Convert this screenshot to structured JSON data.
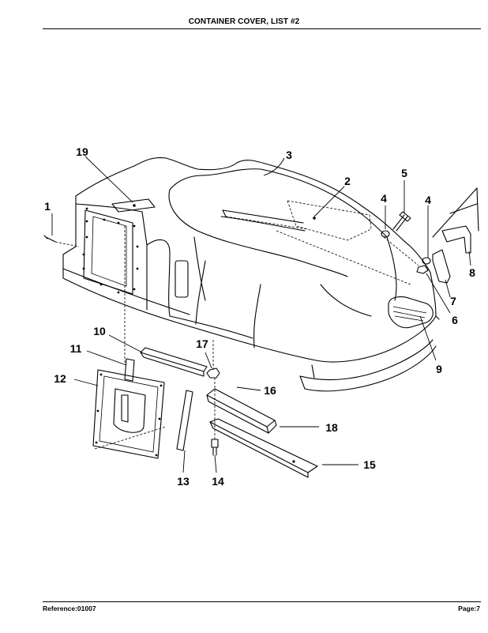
{
  "header": {
    "title": "CONTAINER COVER, LIST #2"
  },
  "footer": {
    "reference": "Reference:01007",
    "page": "Page:7"
  },
  "diagram": {
    "callouts": [
      "1",
      "2",
      "3",
      "4",
      "5",
      "4",
      "6",
      "7",
      "8",
      "9",
      "10",
      "11",
      "12",
      "13",
      "14",
      "15",
      "16",
      "17",
      "18",
      "19"
    ]
  }
}
